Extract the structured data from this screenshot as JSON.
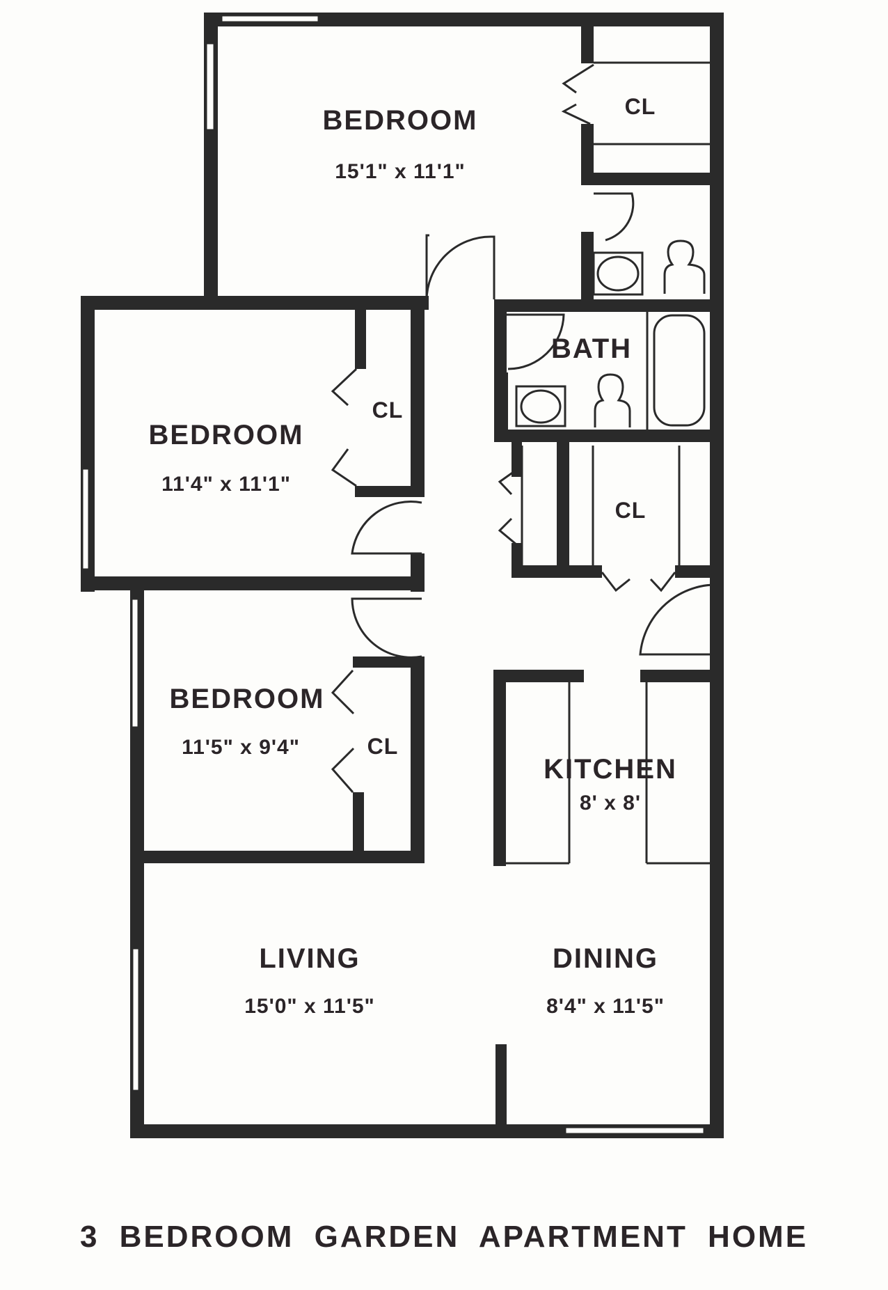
{
  "title": "3 BEDROOM GARDEN APARTMENT HOME",
  "colors": {
    "ink": "#2a2a2a",
    "paper": "#fdfdfb",
    "text": "#2b2528"
  },
  "rooms": {
    "master_bedroom": {
      "label": "BEDROOM",
      "dimensions": "15'1\" x 11'1\""
    },
    "bedroom_2": {
      "label": "BEDROOM",
      "dimensions": "11'4\" x 11'1\""
    },
    "bedroom_3": {
      "label": "BEDROOM",
      "dimensions": "11'5\" x 9'4\""
    },
    "bath": {
      "label": "BATH"
    },
    "kitchen": {
      "label": "KITCHEN",
      "dimensions": "8' x 8'"
    },
    "living": {
      "label": "LIVING",
      "dimensions": "15'0\" x 11'5\""
    },
    "dining": {
      "label": "DINING",
      "dimensions": "8'4\" x 11'5\""
    }
  },
  "closets": {
    "master": {
      "label": "CL"
    },
    "bedroom_2": {
      "label": "CL"
    },
    "bedroom_3": {
      "label": "CL"
    },
    "hall": {
      "label": "CL"
    }
  }
}
